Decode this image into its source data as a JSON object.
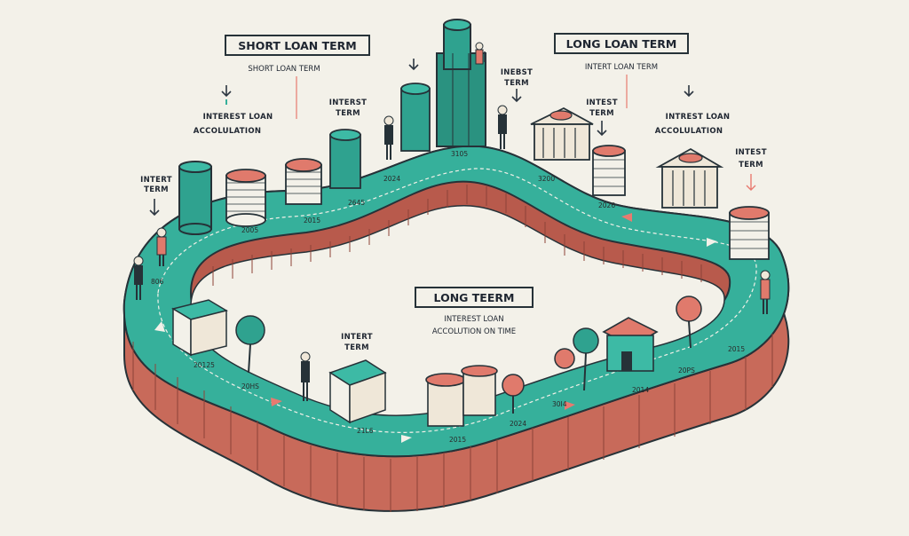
{
  "colors": {
    "background": "#f3f1e9",
    "track_top": "#36b09b",
    "track_edge": "#2b8f80",
    "wall": "#c86a5a",
    "wall_dark": "#9d4c40",
    "coin_red": "#e07a6c",
    "teal": "#2fa28f",
    "outline": "#263238",
    "arrow_red": "#e87a70",
    "arrow_dark": "#2d3742"
  },
  "boxes": {
    "short_title": "SHORT LOAN TERM",
    "short_sub": "SHORT LOAN TERM",
    "long_loan_title": "LONG LOAN TERM",
    "long_loan_sub": "INTERT LOAN TERM",
    "long_term_title": "LONG TEERM",
    "long_term_sub1": "INTEREST LOAN",
    "long_term_sub2": "ACCOLUTION ON TIME"
  },
  "labels": {
    "interest_loan": "INTEREST LOAN",
    "accolulation": "ACCOLULATION",
    "intert_term_left_1": "INTERT",
    "intert_term_left_2": "TERM",
    "interst_term_1": "INTERST",
    "interst_term_2": "TERM",
    "inebst_1": "INEBST",
    "inebst_2": "TERM",
    "intest_1": "INTEST",
    "intest_2": "TERM",
    "interest_loan_right": "INTREST LOAN",
    "accolulation_right": "ACCOLULATION",
    "intest_right_1": "INTEST",
    "intest_right_2": "TERM",
    "intert_bottom_1": "INTERT",
    "intert_bottom_2": "TERM"
  },
  "years": {
    "y2005": "2005",
    "y2015": "2015",
    "y2645": "2645",
    "y2024": "2024",
    "y3105": "3105",
    "y3200": "3200",
    "y2026": "2026",
    "y2015r": "2015",
    "y20ps": "20PS",
    "y2014": "2014",
    "y3014": "30I4",
    "y2015b": "2015",
    "y2146": "21L6",
    "y20hs": "20HS",
    "y20125": "20125",
    "y806": "806",
    "y2024b": "2024"
  }
}
